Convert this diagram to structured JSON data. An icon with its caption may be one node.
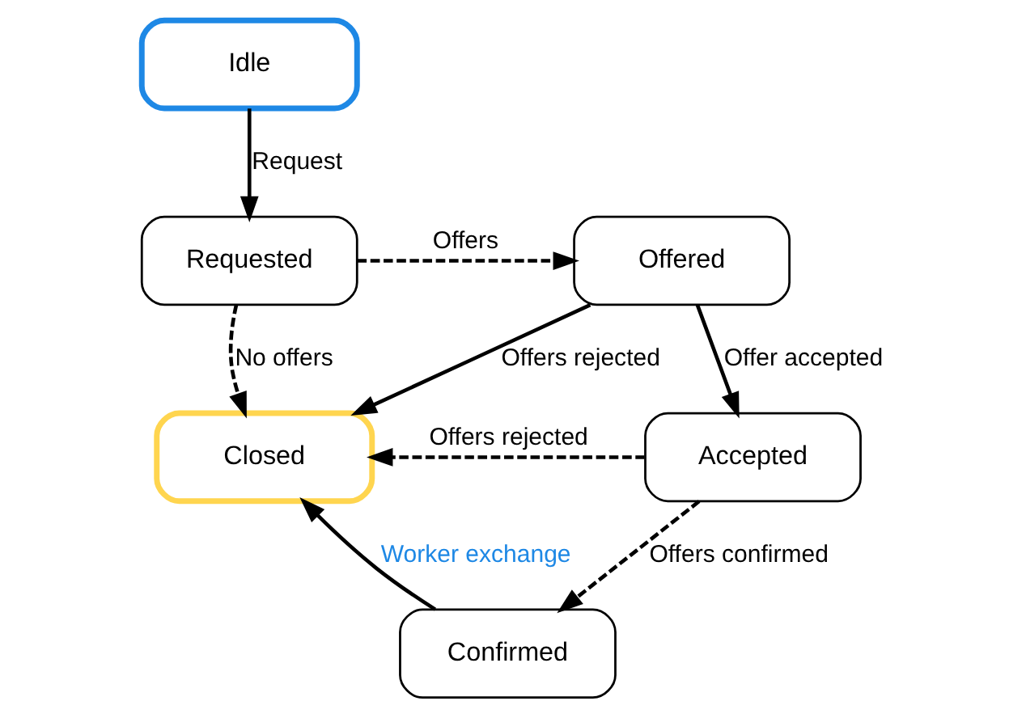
{
  "diagram": {
    "nodes": [
      {
        "text": [
          "Idle"
        ]
      },
      {
        "text": [
          "Requested"
        ]
      },
      {
        "text": [
          "Offered"
        ]
      },
      {
        "text": [
          "Closed"
        ]
      },
      {
        "text": [
          "Accepted"
        ]
      },
      {
        "text": [
          "Confirmed"
        ]
      }
    ],
    "edges": [
      {
        "from": 0,
        "to": 1,
        "arrow": "to",
        "label": "Request"
      },
      {
        "from": 1,
        "to": 2,
        "arrow": "to",
        "label": "Offers",
        "style": "dashed"
      },
      {
        "from": 2,
        "to": 4,
        "arrow": "to",
        "label": "Offer accepted"
      },
      {
        "from": 2,
        "to": 3,
        "arrow": "to",
        "label": "Offers rejected"
      },
      {
        "from": 1,
        "to": 3,
        "arrow": "to",
        "label": "No offers",
        "style": "dashed"
      },
      {
        "from": 4,
        "to": 3,
        "arrow": "to",
        "label": "Offers rejected",
        "style": "dashed"
      },
      {
        "from": 4,
        "to": 5,
        "arrow": "to",
        "label": "Offers confirmed",
        "style": "dashed"
      },
      {
        "from": 5,
        "to": 3,
        "arrow": "to",
        "label": "Worker exchange"
      }
    ]
  }
}
